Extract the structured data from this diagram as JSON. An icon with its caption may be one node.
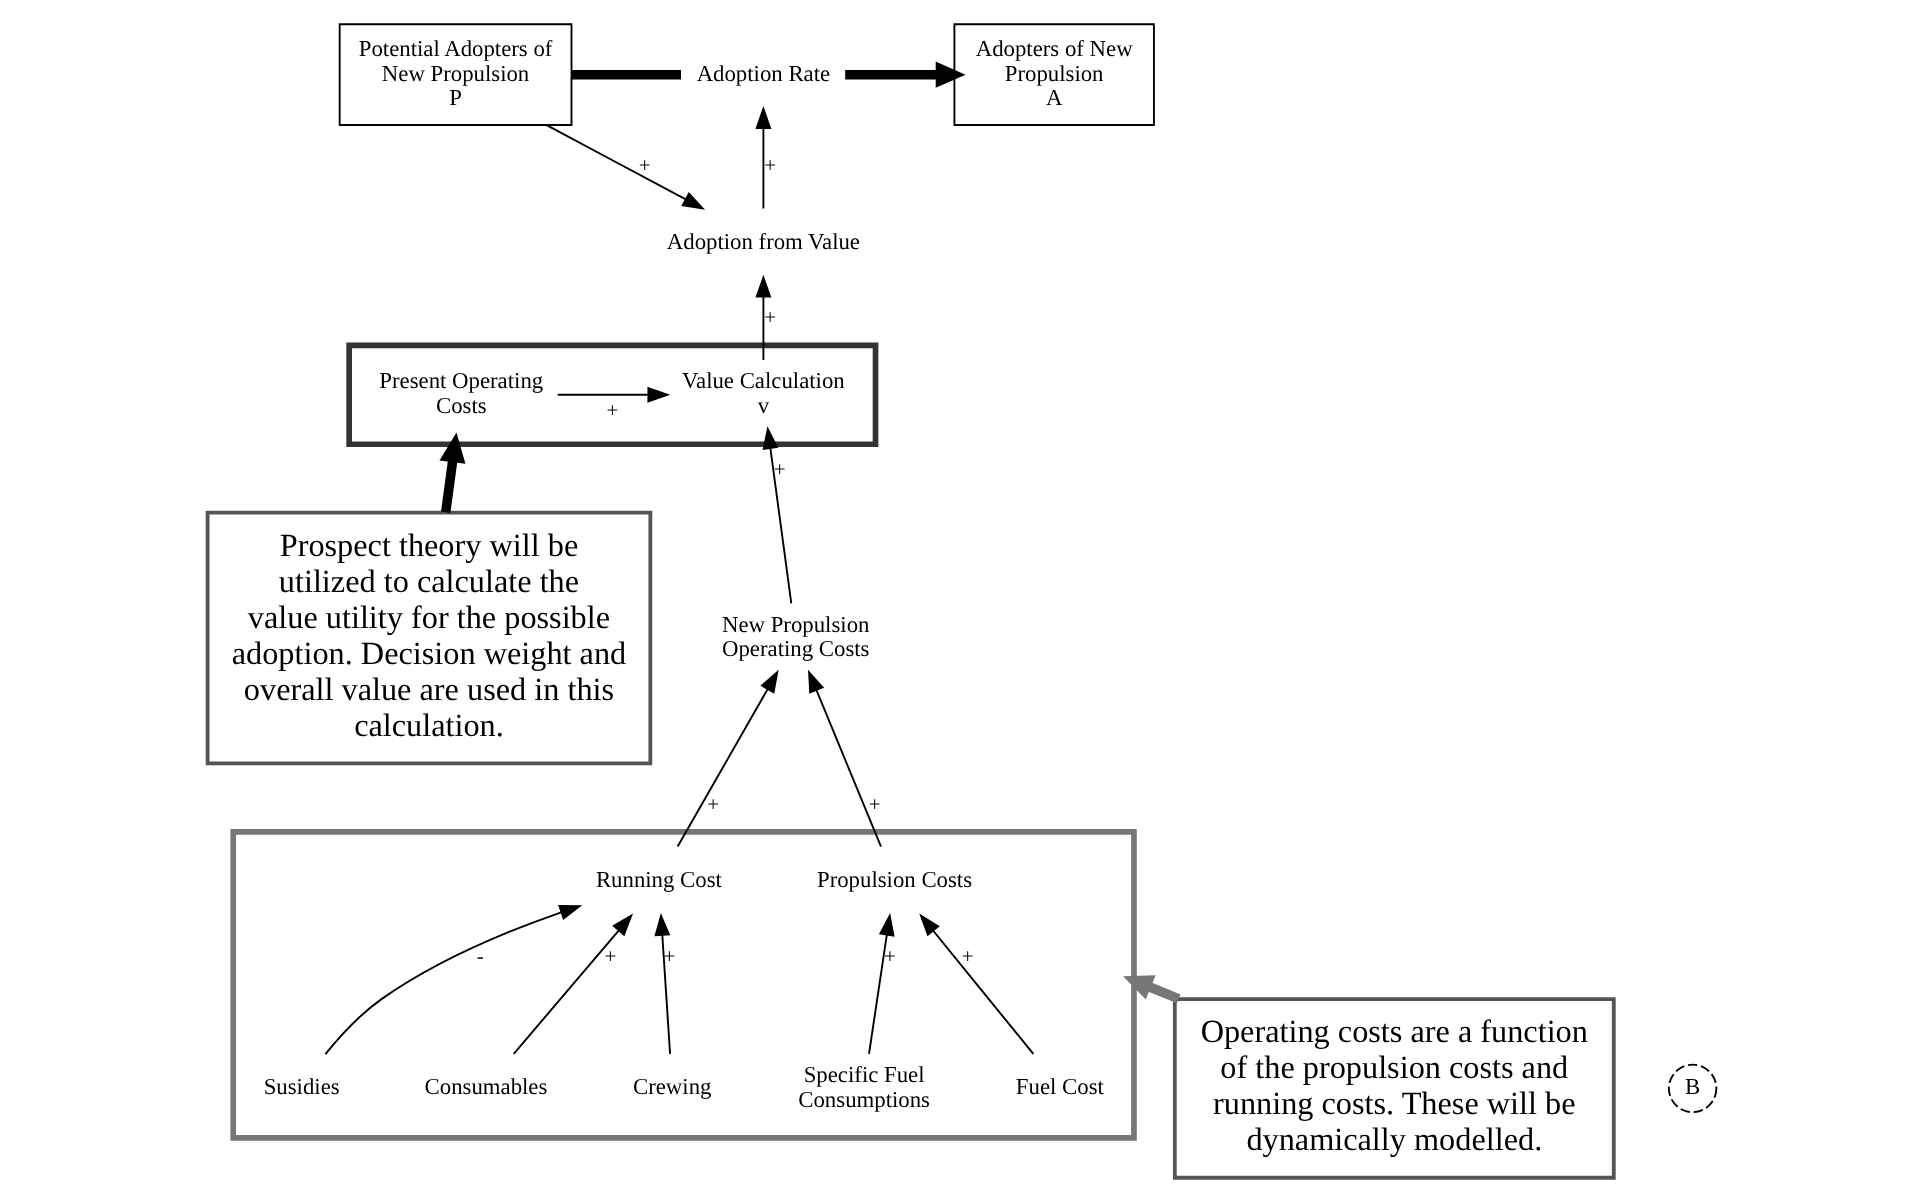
{
  "diagram": {
    "nodes": [
      {
        "text": [
          "Potential Adopters of New Propulsion",
          "P"
        ]
      },
      {
        "text": [
          "Adoption Rate"
        ]
      },
      {
        "text": [
          "Adopters of New Propulsion",
          "A"
        ]
      },
      {
        "text": [
          "Adoption from Value"
        ]
      },
      {
        "text": [],
        "shape": "box"
      },
      {
        "text": [
          "Present Operating Costs"
        ],
        "in": 4
      },
      {
        "text": [
          "Value Calculation",
          "v"
        ],
        "in": 4
      },
      {
        "text": [
          "Prospect theory will be utilized to calculate the value utility for the possible adoption. Decision weight and overall value are used in this calculation."
        ]
      },
      {
        "text": [
          "New Propulsion Operating Costs"
        ]
      },
      {
        "text": [],
        "shape": "box"
      },
      {
        "text": [
          "Propulsion Costs"
        ],
        "in": 9
      },
      {
        "text": [
          "Running Cost"
        ],
        "in": 9
      },
      {
        "text": [
          "Fuel Cost"
        ],
        "in": 9
      },
      {
        "text": [
          "Specific Fuel Consumptions"
        ],
        "in": 9
      },
      {
        "text": [
          "Crewing"
        ],
        "in": 9
      },
      {
        "text": [
          "Consumables"
        ],
        "in": 9
      },
      {
        "text": [
          "Susidies"
        ],
        "in": 9
      },
      {
        "text": [
          "Operating costs are a function of the propulsion costs and running costs. These will be dynamically modelled."
        ]
      }
    ],
    "edges": [
      {
        "from": 0,
        "to": 1,
        "arrow": "none",
        "style": "thick"
      },
      {
        "from": 1,
        "to": 2,
        "arrow": "to",
        "style": "thick"
      },
      {
        "from": 0,
        "to": 3,
        "arrow": "to",
        "label": "+"
      },
      {
        "from": 3,
        "to": 1,
        "arrow": "to",
        "label": "+"
      },
      {
        "from": 6,
        "to": 3,
        "arrow": "to",
        "label": "+"
      },
      {
        "from": 5,
        "to": 6,
        "arrow": "to",
        "label": "+"
      },
      {
        "from": 8,
        "to": 6,
        "arrow": "to",
        "label": "+"
      },
      {
        "from": 10,
        "to": 8,
        "arrow": "to",
        "label": "+"
      },
      {
        "from": 11,
        "to": 8,
        "arrow": "to",
        "label": "+"
      },
      {
        "from": 12,
        "to": 10,
        "arrow": "to",
        "label": "+"
      },
      {
        "from": 13,
        "to": 10,
        "arrow": "to",
        "label": "+"
      },
      {
        "from": 14,
        "to": 11,
        "arrow": "to",
        "label": "+"
      },
      {
        "from": 15,
        "to": 11,
        "arrow": "to",
        "label": "+"
      },
      {
        "from": 16,
        "to": 11,
        "arrow": "to",
        "label": "-"
      },
      {
        "from": 7,
        "to": 4,
        "arrow": "to",
        "style": "thick"
      },
      {
        "from": 17,
        "to": 9,
        "arrow": "to",
        "style": "thick",
        "color": "#777777"
      }
    ],
    "labels": [
      "B"
    ]
  }
}
